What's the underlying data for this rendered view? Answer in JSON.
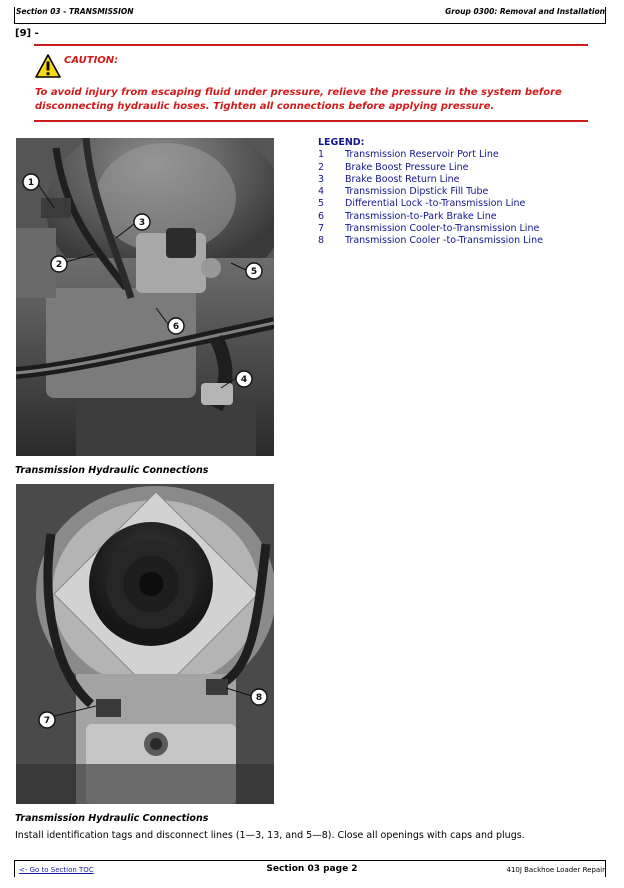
{
  "header": {
    "section": "Section 03 - TRANSMISSION",
    "group": "Group 0300: Removal and Installation"
  },
  "step_label": "[9] -",
  "caution": {
    "icon": "warning-triangle-icon",
    "title": "CAUTION:",
    "text": "To avoid injury from escaping fluid under pressure, relieve the pressure in the system before disconnecting hydraulic hoses. Tighten all connections before applying pressure.",
    "color": "#d11b1b"
  },
  "figures": [
    {
      "caption": "Transmission Hydraulic Connections",
      "callouts": [
        "1",
        "2",
        "3",
        "4",
        "5",
        "6"
      ]
    },
    {
      "caption": "Transmission Hydraulic Connections",
      "callouts": [
        "7",
        "8"
      ]
    }
  ],
  "legend": {
    "title": "LEGEND:",
    "color": "#15158e",
    "items": [
      {
        "num": "1",
        "label": "Transmission Reservoir Port Line"
      },
      {
        "num": "2",
        "label": "Brake Boost Pressure Line"
      },
      {
        "num": "3",
        "label": "Brake Boost Return Line"
      },
      {
        "num": "4",
        "label": "Transmission Dipstick Fill Tube"
      },
      {
        "num": "5",
        "label": "Differential Lock -to-Transmission Line"
      },
      {
        "num": "6",
        "label": "Transmission-to-Park Brake Line"
      },
      {
        "num": "7",
        "label": "Transmission Cooler-to-Transmission Line"
      },
      {
        "num": "8",
        "label": "Transmission Cooler -to-Transmission Line"
      }
    ]
  },
  "instruction": "Install identification tags and disconnect lines (1—3, 13, and 5—8). Close all openings with caps and plugs.",
  "footer": {
    "toc_link": "<- Go to Section TOC",
    "page": "Section 03 page 2",
    "title": "410J Backhoe Loader Repair"
  }
}
